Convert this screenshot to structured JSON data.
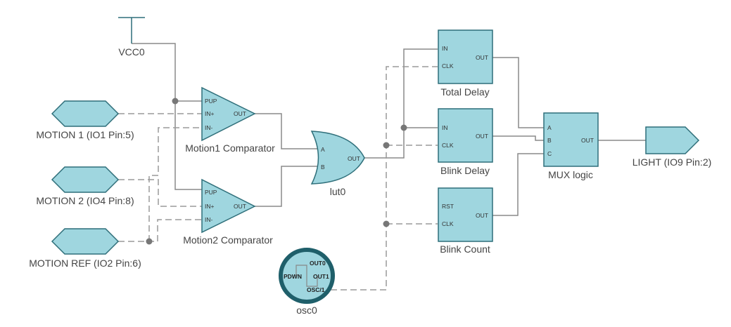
{
  "diagram": {
    "colors": {
      "block_fill": "#9fd6df",
      "block_stroke": "#2f6f7a",
      "wire": "#8a8a8a"
    },
    "vcc": {
      "label": "VCC0"
    },
    "inputs": [
      {
        "label": "MOTION 1 (IO1 Pin:5)"
      },
      {
        "label": "MOTION 2 (IO4 Pin:8)"
      },
      {
        "label": "MOTION REF (IO2 Pin:6)"
      }
    ],
    "comparators": [
      {
        "label": "Motion1 Comparator",
        "pins": {
          "pup": "PUP",
          "inp": "IN+",
          "inn": "IN-",
          "out": "OUT"
        }
      },
      {
        "label": "Motion2 Comparator",
        "pins": {
          "pup": "PUP",
          "inp": "IN+",
          "inn": "IN-",
          "out": "OUT"
        }
      }
    ],
    "lut": {
      "label": "lut0",
      "pins": {
        "a": "A",
        "b": "B",
        "out": "OUT"
      }
    },
    "blocks": [
      {
        "label": "Total Delay",
        "pins": {
          "p1": "IN",
          "p2": "CLK",
          "out": "OUT"
        }
      },
      {
        "label": "Blink Delay",
        "pins": {
          "p1": "IN",
          "p2": "CLK",
          "out": "OUT"
        }
      },
      {
        "label": "Blink Count",
        "pins": {
          "p1": "RST",
          "p2": "CLK",
          "out": "OUT"
        }
      }
    ],
    "mux": {
      "label": "MUX logic",
      "pins": {
        "a": "A",
        "b": "B",
        "c": "C",
        "out": "OUT"
      }
    },
    "output": {
      "label": "LIGHT (IO9 Pin:2)"
    },
    "osc": {
      "label": "osc0",
      "pins": {
        "pdwn": "PDWN",
        "out0": "OUT0",
        "out1": "OUT1",
        "osc": "OSC/1"
      }
    }
  }
}
